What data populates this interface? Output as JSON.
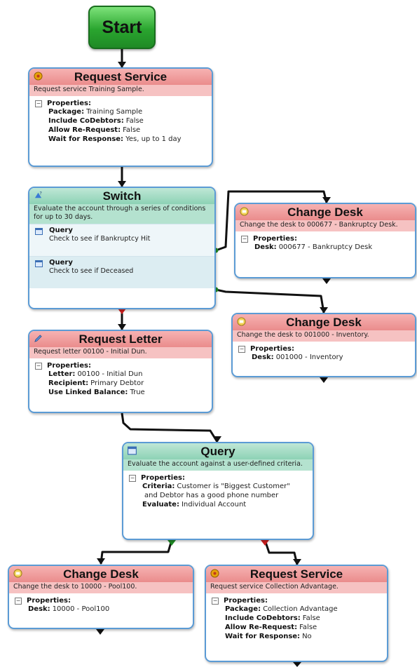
{
  "start": {
    "label": "Start"
  },
  "nodes": {
    "request_service_1": {
      "title": "Request Service",
      "description": "Request service Training Sample.",
      "properties_label": "Properties:",
      "properties": [
        {
          "key": "Package:",
          "value": "Training Sample"
        },
        {
          "key": "Include CoDebtors:",
          "value": "False"
        },
        {
          "key": "Allow Re-Request:",
          "value": "False"
        },
        {
          "key": "Wait for Response:",
          "value": "Yes, up to 1 day"
        }
      ]
    },
    "switch": {
      "title": "Switch",
      "description": "Evaluate the account through a series of conditions for up to 30 days.",
      "queries": [
        {
          "title": "Query",
          "description": "Check to see if Bankruptcy Hit"
        },
        {
          "title": "Query",
          "description": "Check to see if Deceased"
        }
      ]
    },
    "change_desk_1": {
      "title": "Change Desk",
      "description": "Change the desk to 000677 - Bankruptcy Desk.",
      "properties_label": "Properties:",
      "properties": [
        {
          "key": "Desk:",
          "value": "000677 - Bankruptcy Desk"
        }
      ]
    },
    "change_desk_2": {
      "title": "Change Desk",
      "description": "Change the desk to 001000 - Inventory.",
      "properties_label": "Properties:",
      "properties": [
        {
          "key": "Desk:",
          "value": "001000 - Inventory"
        }
      ]
    },
    "request_letter": {
      "title": "Request Letter",
      "description": "Request letter 00100 - Initial Dun.",
      "properties_label": "Properties:",
      "properties": [
        {
          "key": "Letter:",
          "value": "00100 - Initial Dun"
        },
        {
          "key": "Recipient:",
          "value": "Primary Debtor"
        },
        {
          "key": "Use Linked Balance:",
          "value": "True"
        }
      ]
    },
    "query": {
      "title": "Query",
      "description": "Evaluate the account against a user-defined criteria.",
      "properties_label": "Properties:",
      "properties": [
        {
          "key": "Criteria:",
          "value": "Customer is \"Biggest Customer\""
        },
        {
          "key": "",
          "value": "and Debtor has a good phone number"
        },
        {
          "key": "Evaluate:",
          "value": "Individual Account"
        }
      ]
    },
    "change_desk_3": {
      "title": "Change Desk",
      "description": "Change the desk to 10000 - Pool100.",
      "properties_label": "Properties:",
      "properties": [
        {
          "key": "Desk:",
          "value": "10000 - Pool100"
        }
      ]
    },
    "request_service_2": {
      "title": "Request Service",
      "description": "Request service Collection Advantage.",
      "properties_label": "Properties:",
      "properties": [
        {
          "key": "Package:",
          "value": "Collection Advantage"
        },
        {
          "key": "Include CoDebtors:",
          "value": "False"
        },
        {
          "key": "Allow Re-Request:",
          "value": "False"
        },
        {
          "key": "Wait for Response:",
          "value": "No"
        }
      ]
    }
  },
  "colors": {
    "action_header": "#ea8c8c",
    "control_header": "#8dd2b5",
    "node_border": "#5b9bd5",
    "connector": "#111111",
    "true_port": "#1f8a25",
    "false_port": "#cc1f1f"
  }
}
